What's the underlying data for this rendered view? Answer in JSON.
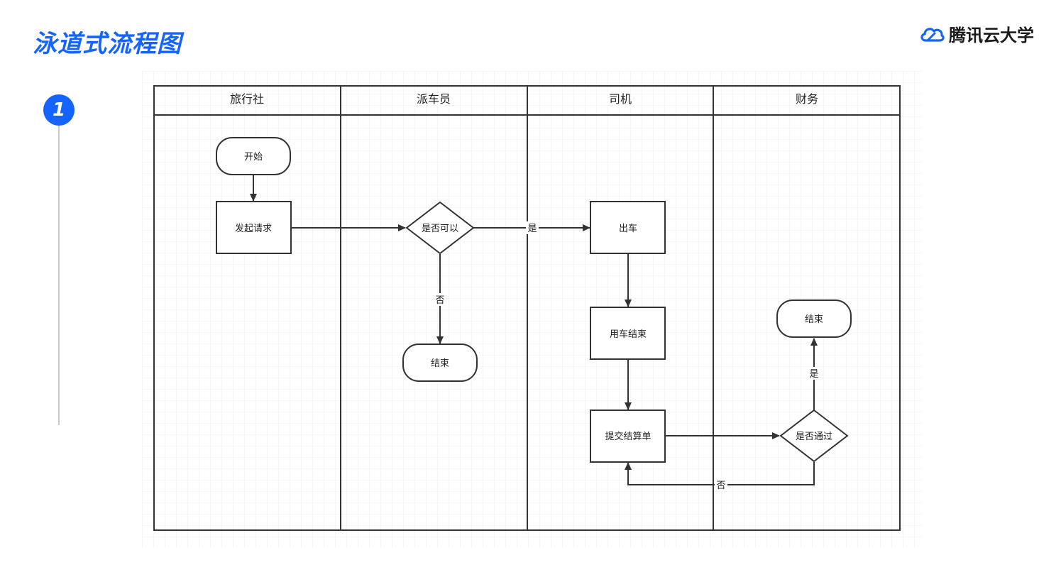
{
  "title": "泳道式流程图",
  "brand": {
    "name": "腾讯云大学",
    "logo_icon": "cloud-icon",
    "color": "#1664ff"
  },
  "step": {
    "number": "1"
  },
  "lanes": [
    "旅行社",
    "派车员",
    "司机",
    "财务"
  ],
  "nodes": {
    "start": "开始",
    "request": "发起请求",
    "decision_available": "是否可以",
    "end_dispatcher": "结束",
    "depart": "出车",
    "usage_end": "用车结束",
    "submit_bill": "提交结算单",
    "decision_approved": "是否通过",
    "end_finance": "结束"
  },
  "edge_labels": {
    "yes_available": "是",
    "no_available": "否",
    "yes_approved": "是",
    "no_approved": "否"
  }
}
